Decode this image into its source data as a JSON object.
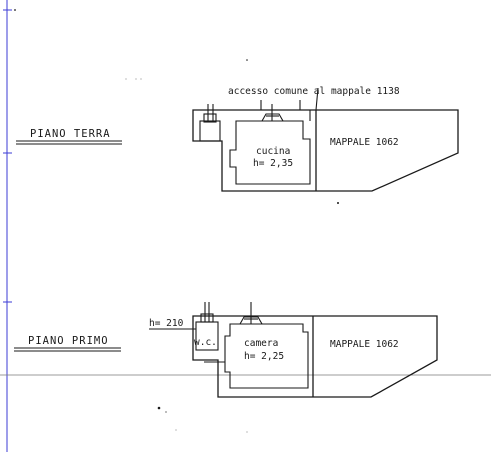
{
  "floors": {
    "ground": {
      "title": "PIANO  TERRA",
      "access_note": "accesso  comune  al  mappale 1138",
      "room_name": "cucina",
      "room_height": "h= 2,35",
      "parcel": "MAPPALE 1062"
    },
    "first": {
      "title": "PIANO  PRIMO",
      "wc_label": "w.c.",
      "wc_height": "h= 210",
      "room_name": "camera",
      "room_height": "h= 2,25",
      "parcel": "MAPPALE 1062"
    }
  },
  "colors": {
    "ink": "#1a1a1a",
    "margin_line": "#3b3bd6",
    "scan_line": "#7a7a7a",
    "paper": "#ffffff"
  }
}
